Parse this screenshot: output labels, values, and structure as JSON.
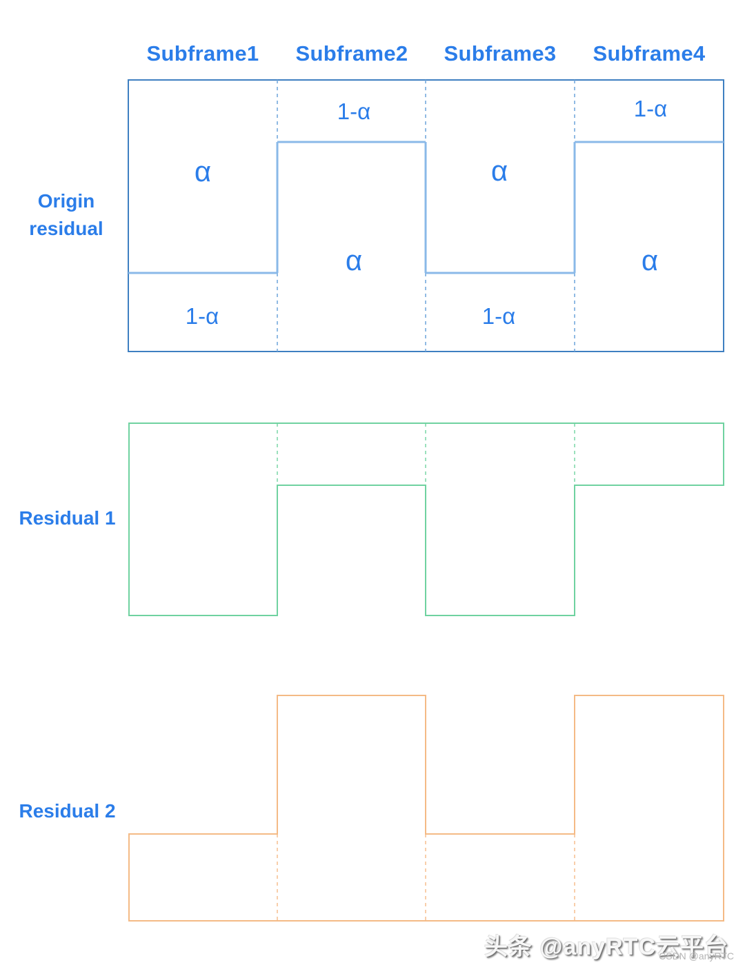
{
  "colors": {
    "text-blue": "#2B7DE9",
    "blue-border": "#3E7FC1",
    "blue-step": "#8AB9E8",
    "blue-dash": "#74A9DC",
    "green": "#6FD2A0",
    "orange": "#F4BA85",
    "csdn-gray": "#B5B5B5"
  },
  "headers": {
    "subframes": [
      "Subframe1",
      "Subframe2",
      "Subframe3",
      "Subframe4"
    ]
  },
  "rows": {
    "origin": {
      "label": "Origin residual"
    },
    "residual1": {
      "label": "Residual 1"
    },
    "residual2": {
      "label": "Residual 2"
    }
  },
  "origin_regions": {
    "sf1_upper": "α",
    "sf1_lower": "1-α",
    "sf2_upper": "1-α",
    "sf2_lower": "α",
    "sf3_upper": "α",
    "sf3_lower": "1-α",
    "sf4_upper": "1-α",
    "sf4_lower": "α"
  },
  "watermark": {
    "primary": "头条 @anyRTC云平台",
    "secondary": "CSDN @anyRTC"
  }
}
